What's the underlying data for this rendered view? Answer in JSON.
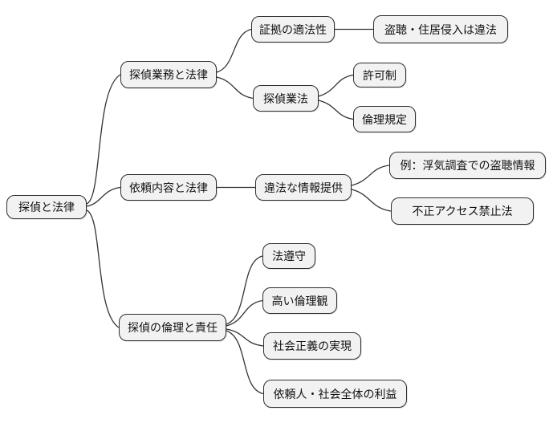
{
  "diagram_type": "mindmap",
  "colors": {
    "background": "#ffffff",
    "node_fill": "#f2f2f2",
    "node_border": "#2e2e2e",
    "connector": "#333333",
    "text": "#111111"
  },
  "mindmap": {
    "root": {
      "label": "探偵と法律"
    },
    "branches": [
      {
        "label": "探偵業務と法律",
        "children": [
          {
            "label": "証拠の適法性",
            "children": [
              {
                "label": "盗聴・住居侵入は違法"
              }
            ]
          },
          {
            "label": "探偵業法",
            "children": [
              {
                "label": "許可制"
              },
              {
                "label": "倫理規定"
              }
            ]
          }
        ]
      },
      {
        "label": "依頼内容と法律",
        "children": [
          {
            "label": "違法な情報提供",
            "children": [
              {
                "label": "例：浮気調査での盗聴情報"
              },
              {
                "label": "不正アクセス禁止法"
              }
            ]
          }
        ]
      },
      {
        "label": "探偵の倫理と責任",
        "children": [
          {
            "label": "法遵守"
          },
          {
            "label": "高い倫理観"
          },
          {
            "label": "社会正義の実現"
          },
          {
            "label": "依頼人・社会全体の利益"
          }
        ]
      }
    ]
  }
}
